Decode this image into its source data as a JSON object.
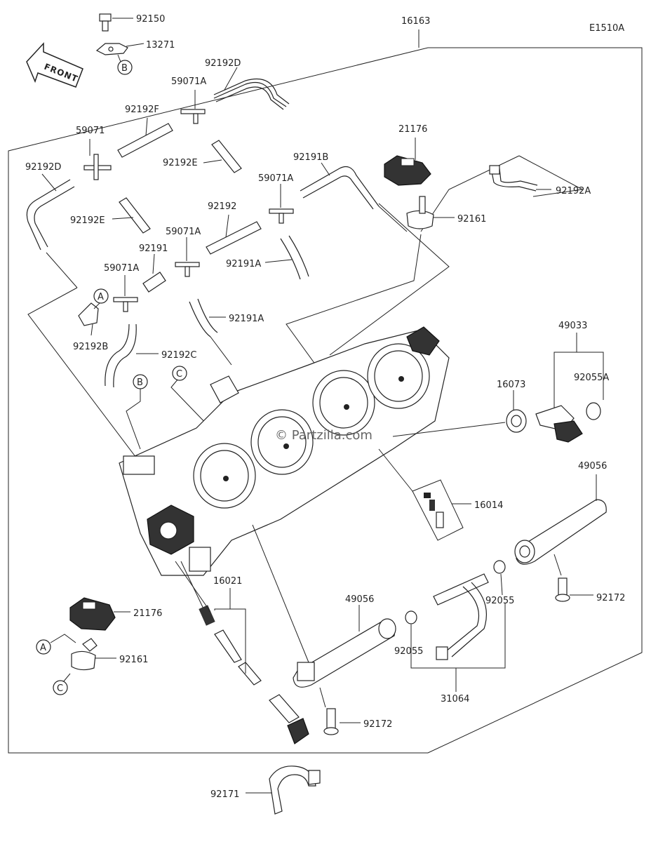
{
  "diagram": {
    "code": "E1510A",
    "front_label": "FRONT",
    "watermark": "© Partzilla.com",
    "callouts": {
      "a": "A",
      "b": "B",
      "c": "C"
    },
    "labels": {
      "p92150": "92150",
      "p13271": "13271",
      "p16163": "16163",
      "p92192D_top": "92192D",
      "p59071A_top": "59071A",
      "p92192F": "92192F",
      "p59071": "59071",
      "p92192E_a": "92192E",
      "p92192D_left": "92192D",
      "p92192E_b": "92192E",
      "p92191B": "92191B",
      "p59071A_mid": "59071A",
      "p92192": "92192",
      "p59071A_low": "59071A",
      "p92191": "92191",
      "p59071A_left": "59071A",
      "p92191A_a": "92191A",
      "p92191A_b": "92191A",
      "p92192B": "92192B",
      "p92192C": "92192C",
      "p21176_top": "21176",
      "p92192A": "92192A",
      "p92161_top": "92161",
      "p49033": "49033",
      "p16073": "16073",
      "p92055A": "92055A",
      "p49056_right": "49056",
      "p16014": "16014",
      "p16021": "16021",
      "p21176_low": "21176",
      "p92161_low": "92161",
      "p49056_low": "49056",
      "p92055_a": "92055",
      "p92055_b": "92055",
      "p92172_right": "92172",
      "p31064": "31064",
      "p92172_low": "92172",
      "p92171": "92171"
    }
  }
}
